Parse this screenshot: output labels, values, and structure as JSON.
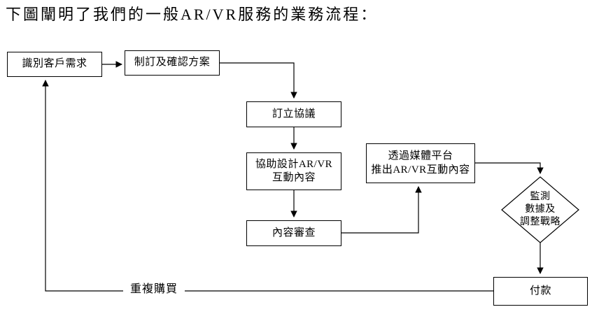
{
  "title": "下圖闡明了我們的一般AR/VR服務的業務流程：",
  "nodes": {
    "identify_needs": {
      "label": "識別客戶需求"
    },
    "formulate_plan": {
      "label": "制訂及確認方案"
    },
    "agreement": {
      "label": "訂立協議"
    },
    "assist_design": {
      "line1": "協助設計AR/VR",
      "line2": "互動內容"
    },
    "content_review": {
      "label": "內容審查"
    },
    "launch_media": {
      "line1": "透過媒體平台",
      "line2": "推出AR/VR互動內容"
    },
    "monitor": {
      "line1": "監測",
      "line2": "數據及",
      "line3": "調整戰略"
    },
    "payment": {
      "label": "付款"
    },
    "repeat_purchase": {
      "label": "重複購買"
    }
  },
  "colors": {
    "line": "#000000",
    "background": "#ffffff"
  }
}
